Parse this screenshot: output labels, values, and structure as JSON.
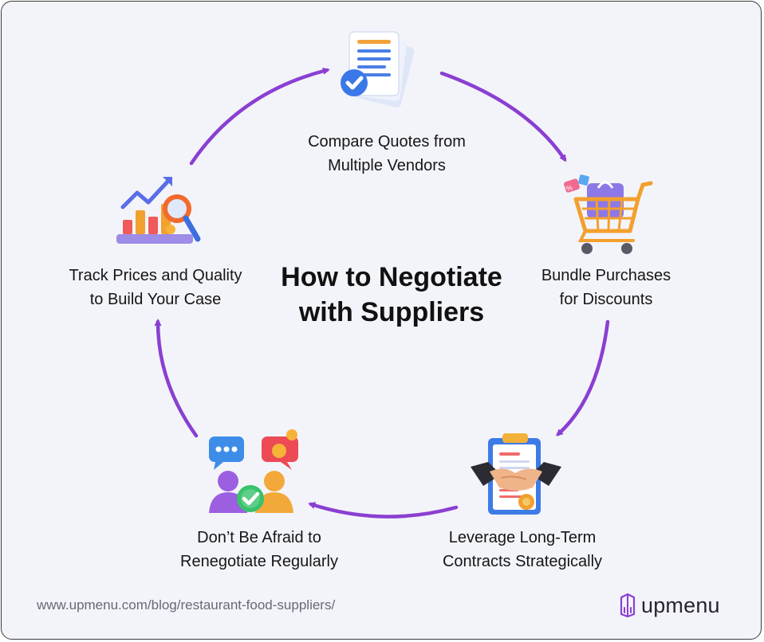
{
  "title_line1": "How to Negotiate",
  "title_line2": "with Suppliers",
  "steps": [
    {
      "line1": "Compare Quotes from",
      "line2": "Multiple Vendors",
      "icon": "documents-check-icon"
    },
    {
      "line1": "Bundle Purchases",
      "line2": "for Discounts",
      "icon": "shopping-cart-icon"
    },
    {
      "line1": "Leverage Long-Term",
      "line2": "Contracts Strategically",
      "icon": "handshake-contract-icon"
    },
    {
      "line1": "Don’t Be Afraid to",
      "line2": "Renegotiate Regularly",
      "icon": "people-chat-icon"
    },
    {
      "line1": "Track Prices and Quality",
      "line2": "to Build Your Case",
      "icon": "chart-magnifier-icon"
    }
  ],
  "footer_url": "www.upmenu.com/blog/restaurant-food-suppliers/",
  "brand": "upmenu",
  "colors": {
    "arrow": "#8a3fd1",
    "background": "#f3f4fa",
    "text": "#161616"
  }
}
